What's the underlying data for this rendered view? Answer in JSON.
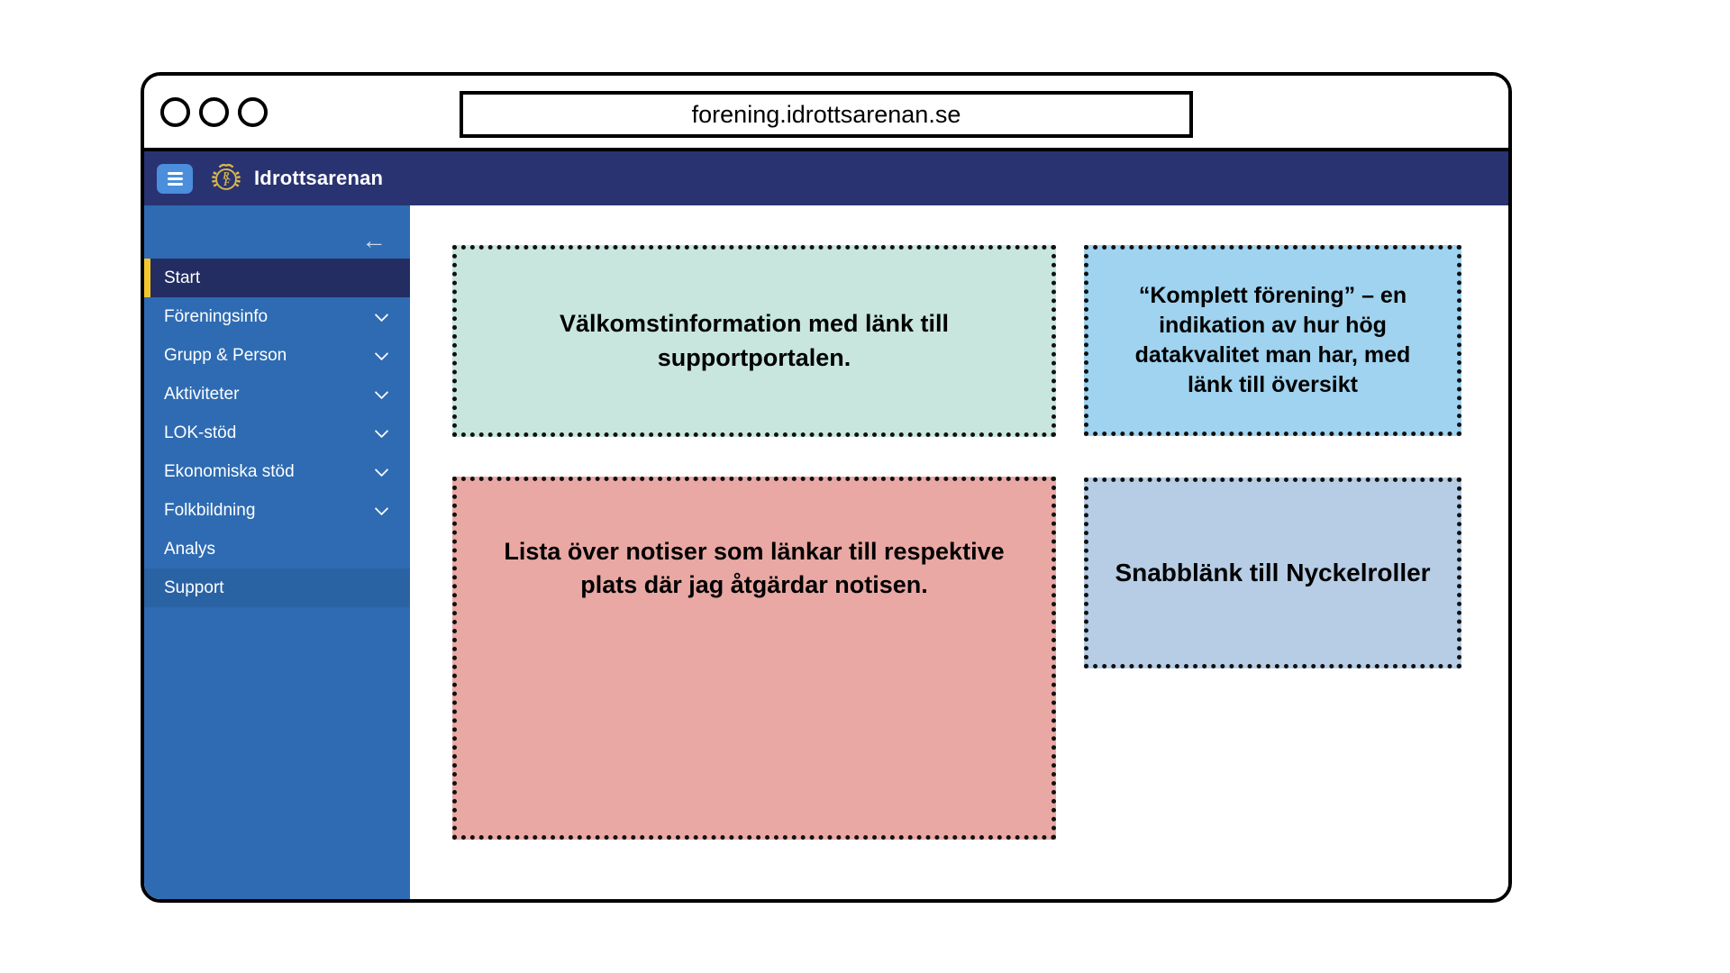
{
  "browser": {
    "url": "forening.idrottsarenan.se",
    "window_buttons": [
      "close",
      "minimize",
      "maximize"
    ]
  },
  "appbar": {
    "title": "Idrottsarenan",
    "logo": "rf-laurel-wreath-logo",
    "menu_button": "hamburger-menu"
  },
  "sidebar": {
    "collapse_arrow": "←",
    "items": [
      {
        "label": "Start",
        "active": true,
        "chevron": false
      },
      {
        "label": "Föreningsinfo",
        "active": false,
        "chevron": true
      },
      {
        "label": "Grupp & Person",
        "active": false,
        "chevron": true
      },
      {
        "label": "Aktiviteter",
        "active": false,
        "chevron": true
      },
      {
        "label": "LOK-stöd",
        "active": false,
        "chevron": true
      },
      {
        "label": "Ekonomiska stöd",
        "active": false,
        "chevron": true
      },
      {
        "label": "Folkbildning",
        "active": false,
        "chevron": true
      },
      {
        "label": "Analys",
        "active": false,
        "chevron": false
      },
      {
        "label": "Support",
        "active": false,
        "chevron": false,
        "highlighted": true
      }
    ]
  },
  "main": {
    "cards": [
      {
        "id": "welcome",
        "text": "Välkomstinformation med länk till supportportalen.",
        "color": "#c8e6de"
      },
      {
        "id": "data-quality",
        "text": "“Komplett förening” – en indikation av hur hög datakvalitet man har, med länk till översikt",
        "color": "#9fd3ef"
      },
      {
        "id": "notices",
        "text": "Lista över notiser som länkar till respektive plats där jag åtgärdar notisen.",
        "color": "#e9a8a4"
      },
      {
        "id": "key-roles",
        "text": "Snabblänk till Nyckelroller",
        "color": "#b6cde5"
      }
    ]
  },
  "colors": {
    "appbar_navy": "#293372",
    "sidebar_blue": "#2e6bb2",
    "active_item_navy": "#232d62",
    "active_item_accent_yellow": "#f3c62e",
    "support_item_blue": "#2a63a4",
    "hamburger_blue": "#4b8edb",
    "logo_gold": "#d8b74a"
  }
}
